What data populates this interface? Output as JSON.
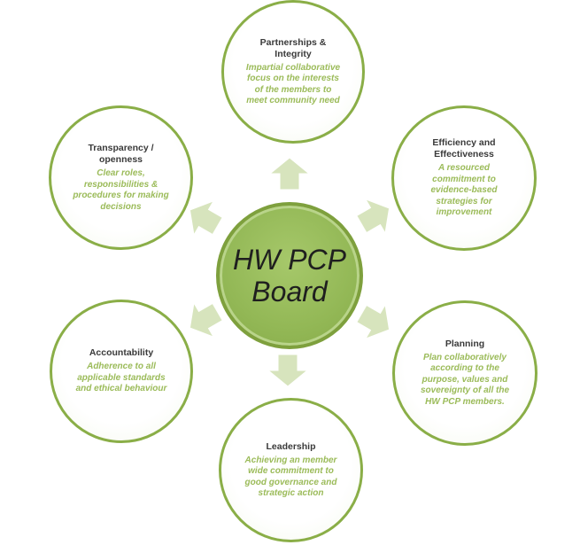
{
  "center": {
    "line1": "HW PCP",
    "line2": "Board"
  },
  "nodes": [
    {
      "id": "partnerships",
      "title": "Partnerships & Integrity",
      "body": "Impartial collaborative focus on the interests of the members to meet community need"
    },
    {
      "id": "efficiency",
      "title": "Efficiency and Effectiveness",
      "body": "A resourced commitment to evidence-based strategies for improvement"
    },
    {
      "id": "planning",
      "title": "Planning",
      "body": "Plan collaboratively according to the purpose, values and sovereignty of all the HW PCP members."
    },
    {
      "id": "leadership",
      "title": "Leadership",
      "body": "Achieving an member wide commitment to good governance  and strategic action"
    },
    {
      "id": "accountability",
      "title": "Accountability",
      "body": "Adherence to all applicable standards and ethical behaviour"
    },
    {
      "id": "transparency",
      "title": "Transparency / openness",
      "body": "Clear roles, responsibilities & procedures for making decisions"
    }
  ],
  "colors": {
    "ring": "#8aae47",
    "body_text": "#9bbb59",
    "title_text": "#3a3a3a",
    "center_fill": "#93b856",
    "arrow_fill": "#d7e4bd"
  }
}
